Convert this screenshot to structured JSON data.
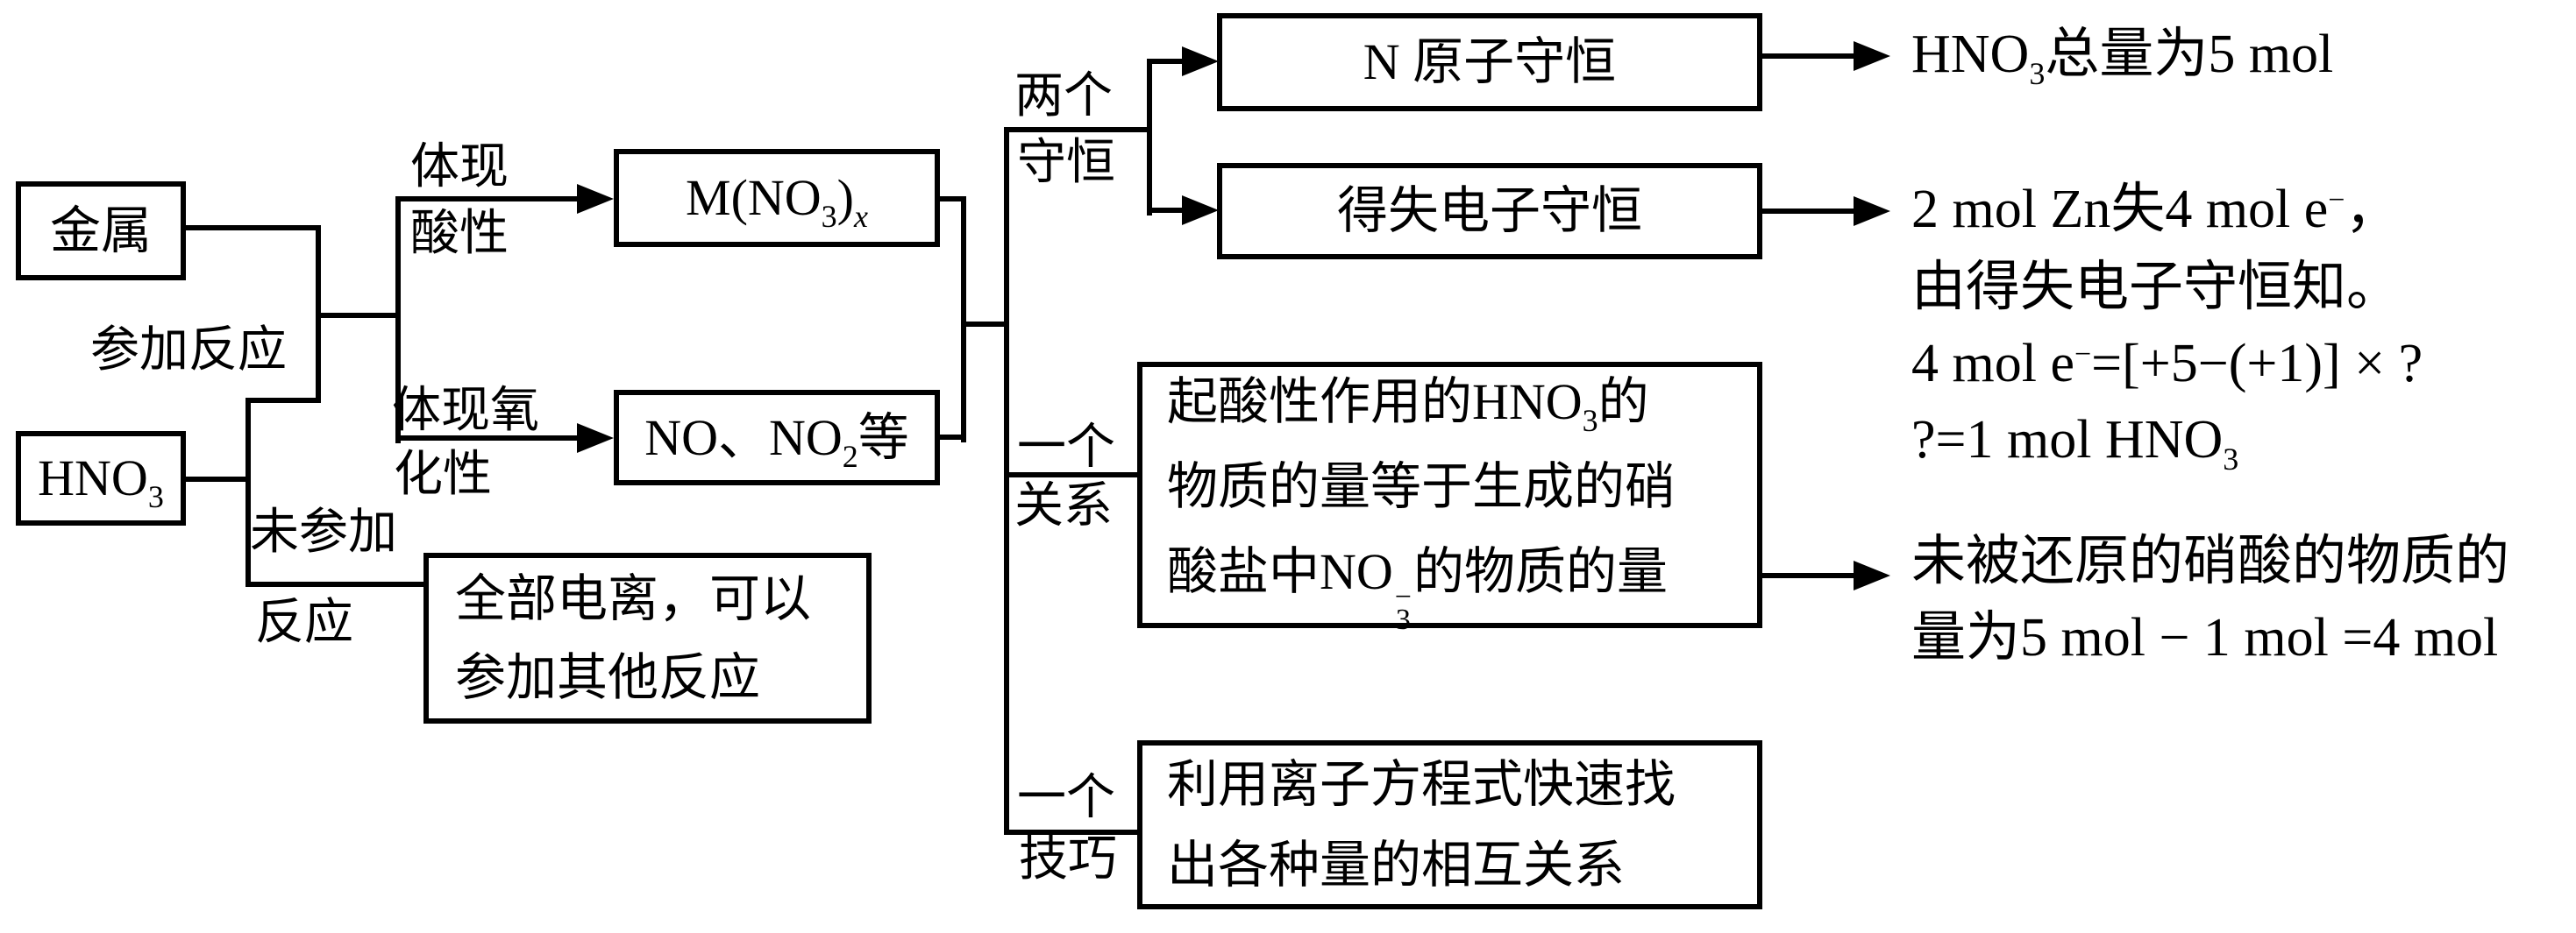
{
  "colors": {
    "ink": "#000000",
    "background": "#ffffff"
  },
  "boxes": {
    "jinshu": "金属",
    "hno3": [
      {
        "t": "text",
        "v": "HNO"
      },
      {
        "t": "sub",
        "v": "3"
      }
    ],
    "mno3x": [
      {
        "t": "text",
        "v": "M(NO"
      },
      {
        "t": "sub",
        "v": "3"
      },
      {
        "t": "text",
        "v": ")"
      },
      {
        "t": "subi",
        "v": "x"
      }
    ],
    "nono2": [
      {
        "t": "text",
        "v": "NO、NO"
      },
      {
        "t": "sub",
        "v": "2"
      },
      {
        "t": "text",
        "v": "等"
      }
    ],
    "quanbu_l1": "全部电离，可以",
    "quanbu_l2": "参加其他反应",
    "nyuanzi": "N 原子守恒",
    "deshi": "得失电子守恒",
    "qisuan_l1": [
      {
        "t": "text",
        "v": "起酸性作用的HNO"
      },
      {
        "t": "sub",
        "v": "3"
      },
      {
        "t": "text",
        "v": "的"
      }
    ],
    "qisuan_l2": "物质的量等于生成的硝",
    "qisuan_l3": [
      {
        "t": "text",
        "v": "酸盐中NO"
      },
      {
        "t": "stack",
        "sup": "−",
        "sub": "3"
      },
      {
        "t": "text",
        "v": "的物质的量"
      }
    ],
    "liyong_l1": "利用离子方程式快速找",
    "liyong_l2": "出各种量的相互关系"
  },
  "labels": {
    "canjia": "参加反应",
    "weicanjia_l1": "未参加",
    "weicanjia_l2": "反应",
    "suanxing_l1": "体现",
    "suanxing_l2": "酸性",
    "yanghua_l1": "体现氧",
    "yanghua_l2": "化性",
    "shouheng_l1": "两个",
    "shouheng_l2": "守恒",
    "guanxi_l1": "一个",
    "guanxi_l2": "关系",
    "jiqiao_l1": "一个",
    "jiqiao_l2": "技巧"
  },
  "results": {
    "r1": [
      {
        "t": "text",
        "v": "HNO"
      },
      {
        "t": "sub",
        "v": "3"
      },
      {
        "t": "text",
        "v": "总量为5 mol"
      }
    ],
    "r2_l1": [
      {
        "t": "text",
        "v": "2 mol Zn失4 mol e"
      },
      {
        "t": "sup",
        "v": "−"
      },
      {
        "t": "text",
        "v": "，"
      }
    ],
    "r2_l2": "由得失电子守恒知。",
    "r2_l3": [
      {
        "t": "text",
        "v": "4 mol e"
      },
      {
        "t": "sup",
        "v": "−"
      },
      {
        "t": "text",
        "v": "=[+5−(+1)] × ?"
      }
    ],
    "r2_l4": [
      {
        "t": "text",
        "v": "?=1 mol HNO"
      },
      {
        "t": "sub",
        "v": "3"
      }
    ],
    "r3_l1": "未被还原的硝酸的物质的",
    "r3_l2": "量为5 mol − 1 mol =4 mol"
  }
}
